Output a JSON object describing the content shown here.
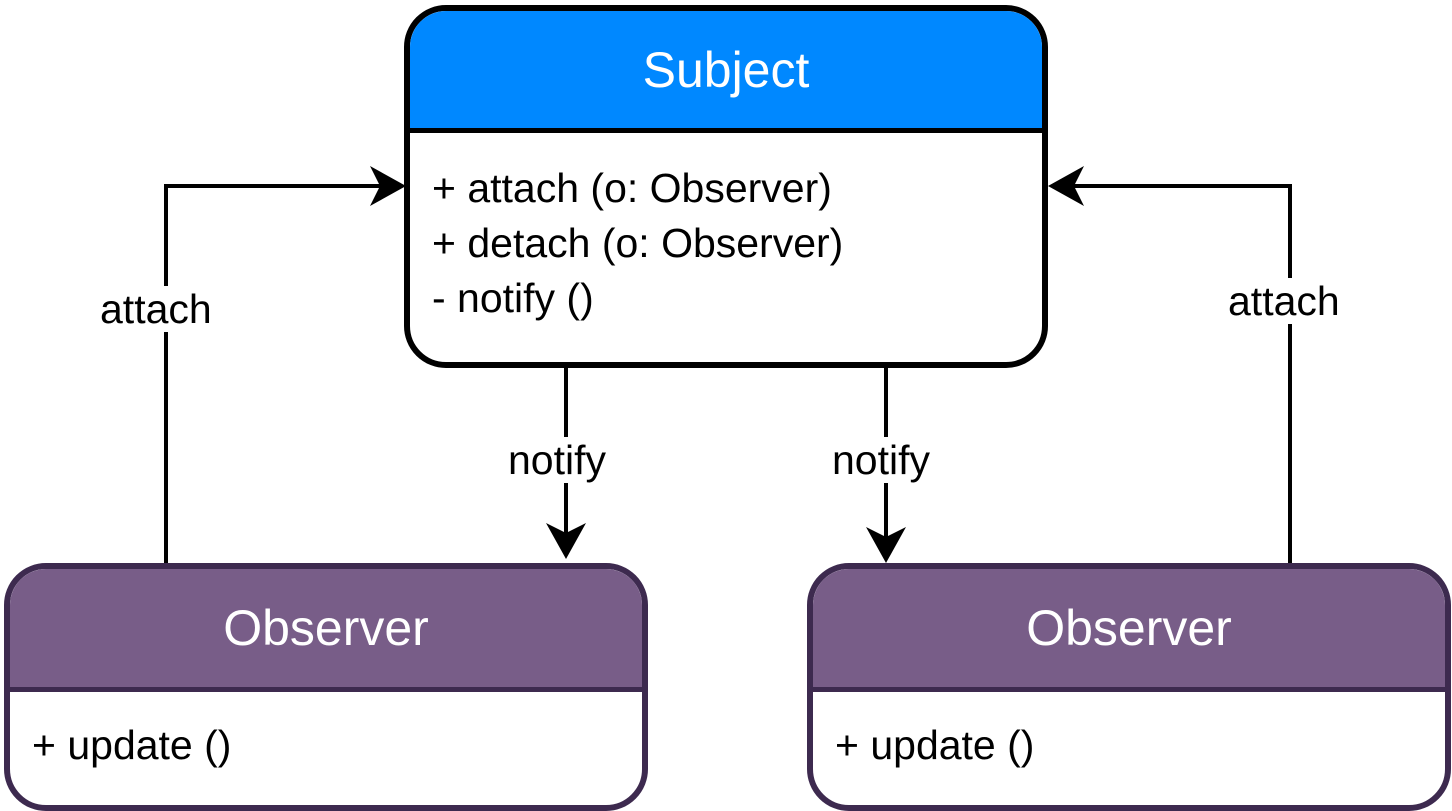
{
  "subject": {
    "title": "Subject",
    "methods": [
      "+ attach (o: Observer)",
      "+ detach (o: Observer)",
      "- notify ()"
    ],
    "header_color": "#0088ff"
  },
  "observers": [
    {
      "title": "Observer",
      "methods": [
        "+ update ()"
      ]
    },
    {
      "title": "Observer",
      "methods": [
        "+ update ()"
      ]
    }
  ],
  "observer_header_color": "#785d88",
  "observer_border_color": "#3d2a4f",
  "edges": {
    "attach_left": "attach",
    "attach_right": "attach",
    "notify_left": "notify",
    "notify_right": "notify"
  }
}
